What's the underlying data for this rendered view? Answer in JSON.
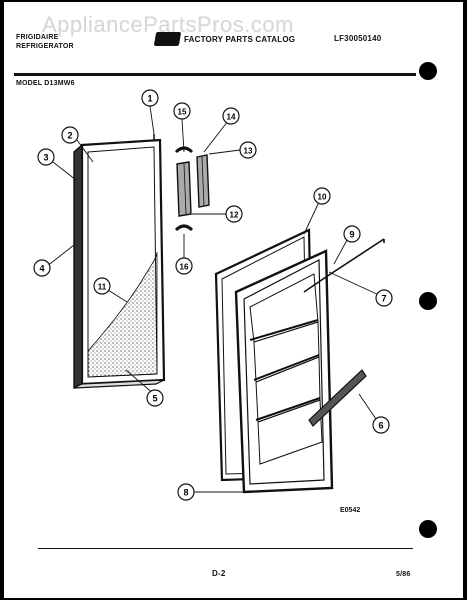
{
  "watermark": "AppliancePartsPros.com",
  "header": {
    "brand_line1": "FRIGIDAIRE",
    "brand_line2": "REFRIGERATOR",
    "catalog": "FACTORY PARTS CATALOG",
    "part_number": "LF30050140",
    "model": "MODEL D13MW6"
  },
  "callouts": [
    "1",
    "2",
    "3",
    "4",
    "5",
    "6",
    "7",
    "8",
    "9",
    "10",
    "11",
    "12",
    "13",
    "14",
    "15",
    "16"
  ],
  "drawing_code": "E0542",
  "footer": {
    "page": "D-2",
    "date": "5/86"
  }
}
